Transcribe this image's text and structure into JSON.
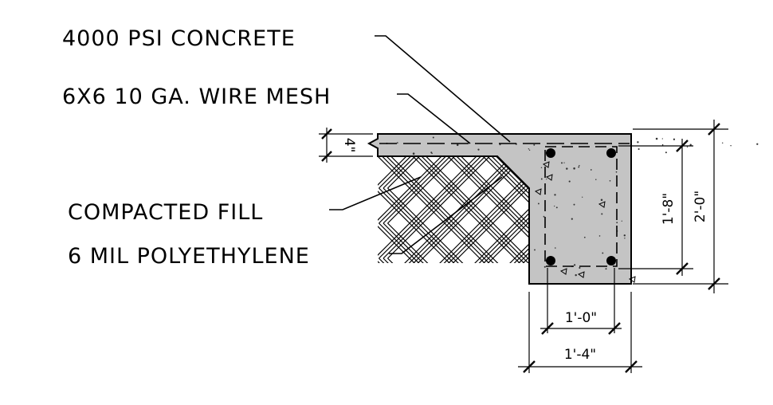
{
  "labels": {
    "concrete": "4000 PSI CONCRETE",
    "wire_mesh": "6X6 10 GA. WIRE MESH",
    "fill": "COMPACTED FILL",
    "poly": "6 MIL POLYETHYLENE"
  },
  "dimensions": {
    "slab_thickness": "4\"",
    "rebar_spacing_v": "1'-8\"",
    "footing_depth": "2'-0\"",
    "rebar_spacing_h": "1'-0\"",
    "footing_width": "1'-4\""
  },
  "colors": {
    "concrete": "#c4c4c4",
    "line": "#000000"
  }
}
